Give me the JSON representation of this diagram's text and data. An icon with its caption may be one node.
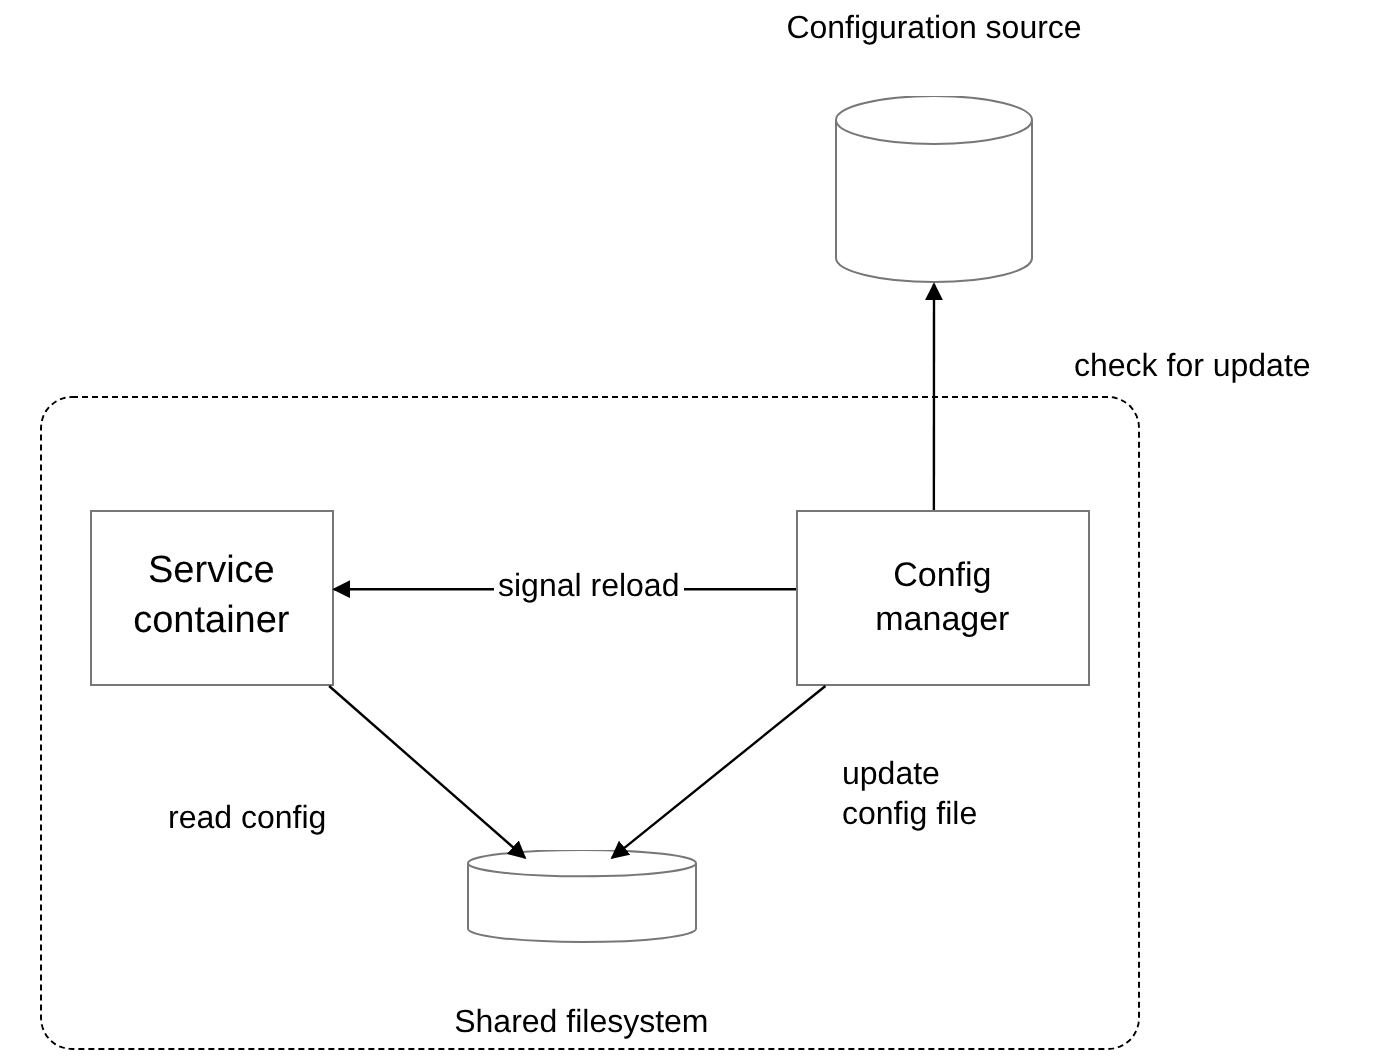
{
  "diagram": {
    "nodes": [
      {
        "text": [
          "Configuration source"
        ]
      },
      {
        "text": [],
        "shape": "box"
      },
      {
        "text": [
          "Service container"
        ],
        "in": 1
      },
      {
        "text": [
          "Config manager"
        ],
        "in": 1
      },
      {
        "text": [
          "Shared filesystem"
        ],
        "in": 1
      }
    ],
    "edges": [
      {
        "from": 3,
        "to": 0,
        "arrow": "to",
        "label": "check for update"
      },
      {
        "from": 3,
        "to": 2,
        "arrow": "to",
        "label": "signal reload"
      },
      {
        "from": 2,
        "to": 4,
        "arrow": "to",
        "label": "read config"
      },
      {
        "from": 3,
        "to": 4,
        "arrow": "to",
        "label": "update config file"
      }
    ]
  }
}
